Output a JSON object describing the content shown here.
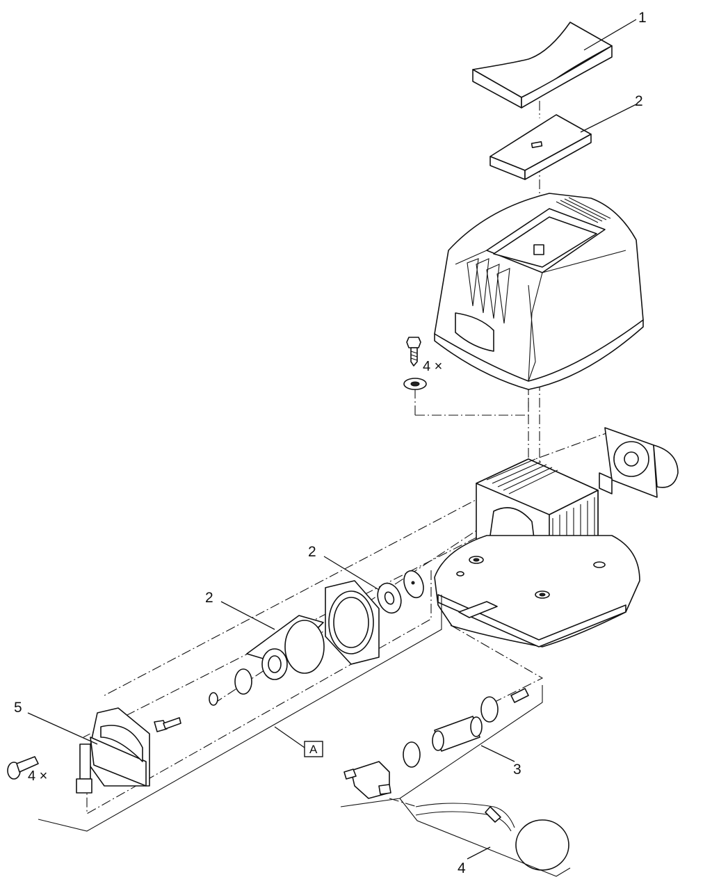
{
  "callouts": {
    "filter_top": "1",
    "filter_plate": "2",
    "diaphragm_ring": "2",
    "diaphragm_set": "2",
    "valve_set": "3",
    "float_ball": "4",
    "pump_head": "5"
  },
  "quantities": {
    "cover_screws": "4 ×",
    "head_screws": "4 ×"
  },
  "view_marker": "A"
}
